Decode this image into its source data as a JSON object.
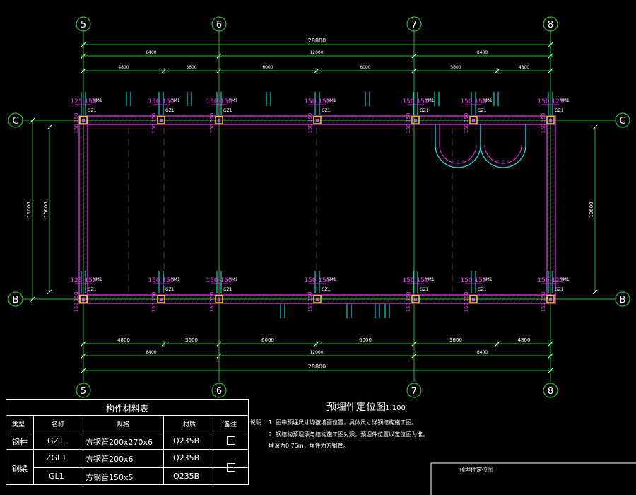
{
  "axes": {
    "columns": [
      "5",
      "6",
      "7",
      "8"
    ],
    "rows": [
      "C",
      "B"
    ]
  },
  "dimensions": {
    "overall_top": "28800",
    "overall_bottom": "28800",
    "mid_top": [
      "8400",
      "12000",
      "8400"
    ],
    "mid_bottom": [
      "8400",
      "12000",
      "8400"
    ],
    "fine_top": [
      "4800",
      "3600",
      "6000",
      "6000",
      "3600",
      "4800"
    ],
    "fine_bottom": [
      "4800",
      "3600",
      "6000",
      "6000",
      "3600",
      "4800"
    ],
    "left_overall": "11000",
    "left_inner": "10600",
    "right_inner": "10600"
  },
  "members": {
    "column_label": "GZ1",
    "embed_label": "YM1",
    "spacing_labels_top": [
      "125 150",
      "150 150",
      "150 150",
      "150 150",
      "150 150",
      "150 150",
      "150 125"
    ],
    "spacing_labels_bottom": [
      "125 150",
      "150 150",
      "150 150",
      "150 150",
      "150 150",
      "150 150",
      "150 125"
    ],
    "side_spacing": "150 150"
  },
  "drawing_title": "预埋件定位图",
  "drawing_scale": "1:100",
  "notes": [
    "说明：",
    "1. 图中预埋尺寸均按墙面位置，具体尺寸详钢结构施工图。",
    "2. 钢结构预埋须与结构施工图对照，预埋件位置以定位图为准。",
    "   埋深为0.75m，埋件为方钢管。"
  ],
  "title_block_label": "预埋件定位图",
  "material_table": {
    "title": "构件材料表",
    "headers": [
      "类型",
      "名称",
      "规格",
      "材质",
      "备注"
    ],
    "rows": [
      {
        "type": "钢柱",
        "name": "GZ1",
        "spec": "方钢管200x270x6",
        "material": "Q235B"
      },
      {
        "type": "钢梁",
        "name": "ZGL1",
        "spec": "方钢管200x6",
        "material": "Q235B"
      },
      {
        "type": "",
        "name": "GL1",
        "spec": "方钢管150x5",
        "material": "Q235B"
      }
    ]
  },
  "colors": {
    "axis_circle": "#22c22c",
    "dimension": "#ffffff",
    "wall": "#ff33ff",
    "column": "#ffff00",
    "embed": "#00ffff"
  }
}
